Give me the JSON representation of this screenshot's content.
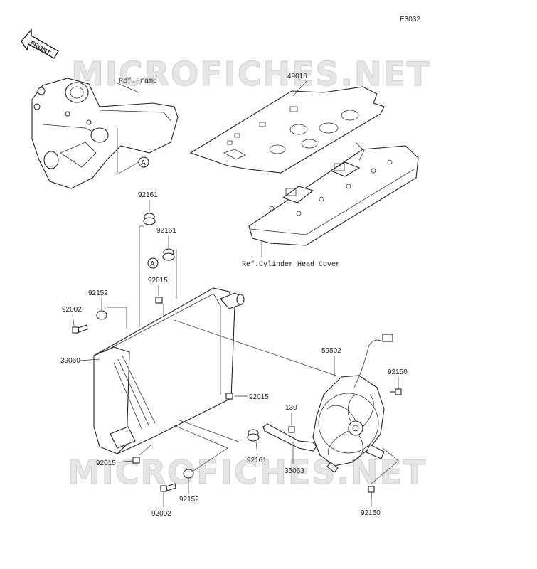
{
  "diagram_code": "E3032",
  "front_label": "FRONT",
  "watermark": "MICROFICHES.NET",
  "ref_frame": "Ref.Frame",
  "ref_cylinder_head_cover": "Ref.Cylinder Head Cover",
  "callout_a": "A",
  "parts": {
    "p49016": "49016",
    "p92161_top": "92161",
    "p92161_mid": "92161",
    "p92161_bottom": "92161",
    "p92015_top": "92015",
    "p92015_right": "92015",
    "p92015_bottom": "92015",
    "p92152_top": "92152",
    "p92152_bottom": "92152",
    "p92002_top": "92002",
    "p92002_bottom": "92002",
    "p39060": "39060",
    "p59502": "59502",
    "p92150_top": "92150",
    "p92150_bottom": "92150",
    "p130": "130",
    "p35063": "35063"
  }
}
